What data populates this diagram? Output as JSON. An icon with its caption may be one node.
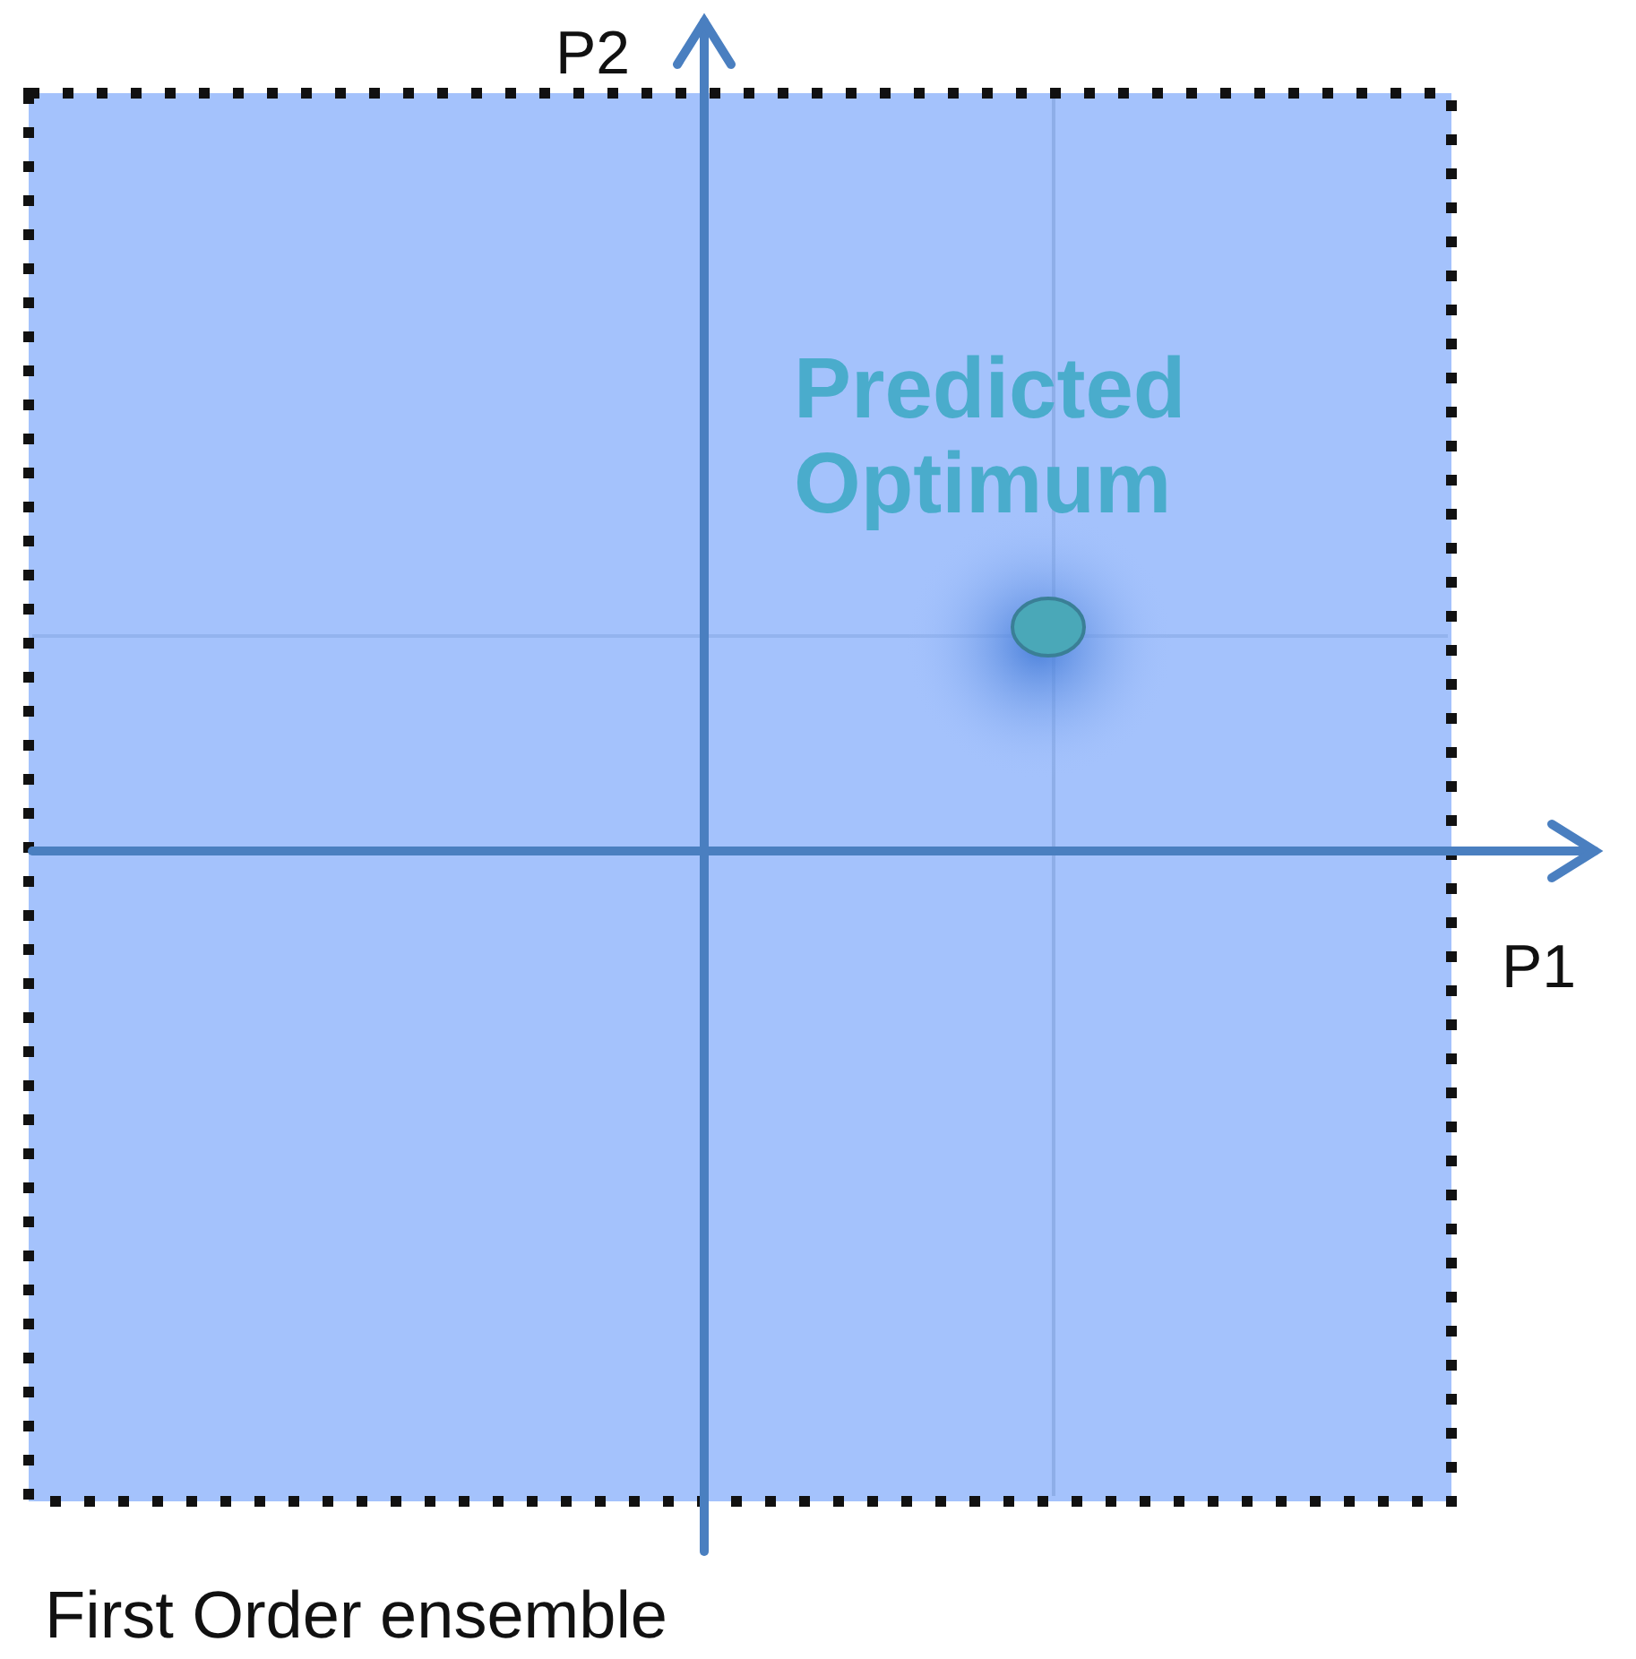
{
  "diagram": {
    "caption": "First Order ensemble",
    "labels": [
      "P2",
      "Predicted Optimum",
      "P1"
    ]
  }
}
